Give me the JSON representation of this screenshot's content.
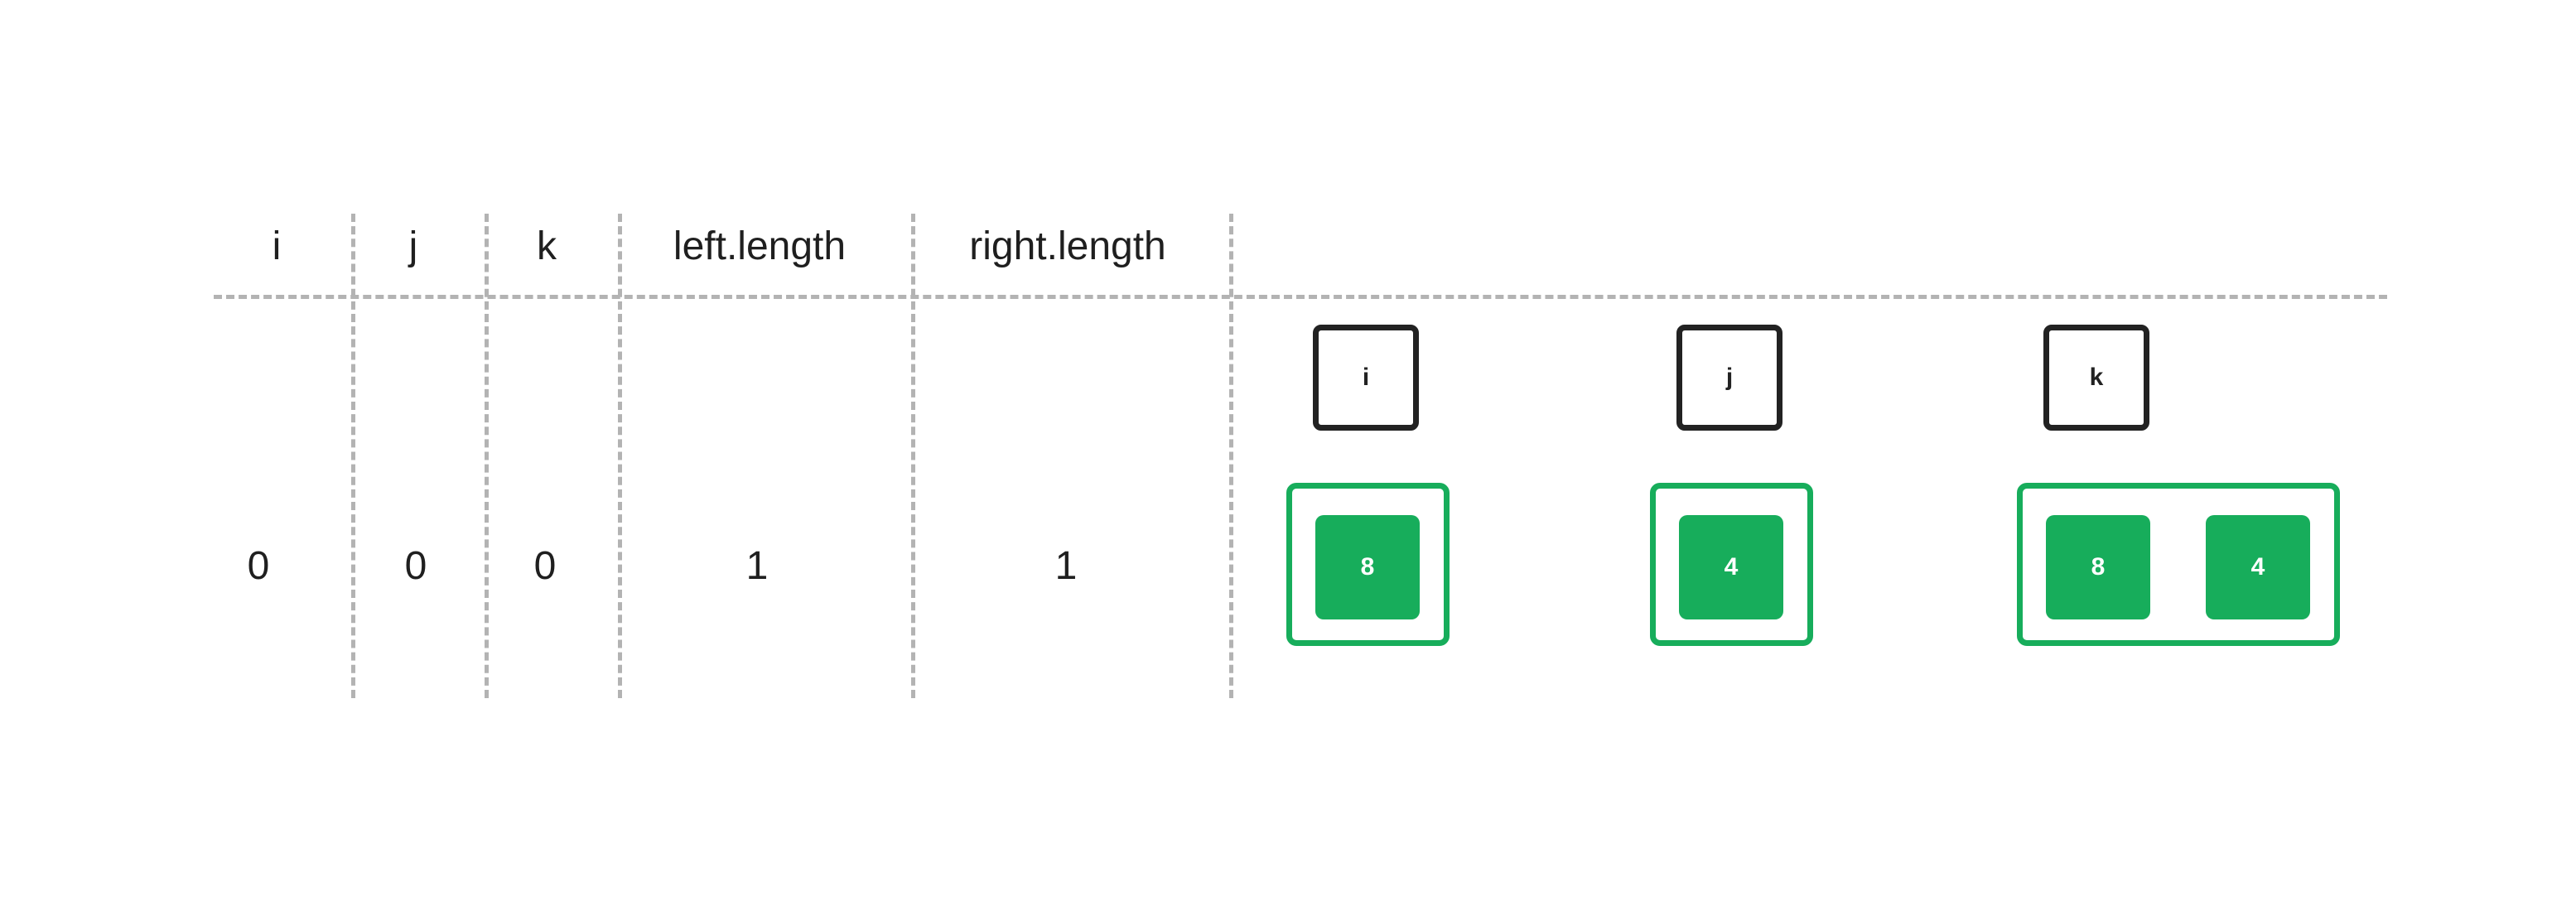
{
  "table": {
    "headers": [
      "i",
      "j",
      "k",
      "left.length",
      "right.length"
    ],
    "values": [
      "0",
      "0",
      "0",
      "1",
      "1"
    ]
  },
  "pointers": {
    "i": "i",
    "j": "j",
    "k": "k"
  },
  "arrays": {
    "left": [
      "8"
    ],
    "right": [
      "4"
    ],
    "merged": [
      "8",
      "4"
    ]
  },
  "colors": {
    "accent": "#17ad5b",
    "pointer_border": "#222222",
    "divider": "#b3b3b3"
  }
}
